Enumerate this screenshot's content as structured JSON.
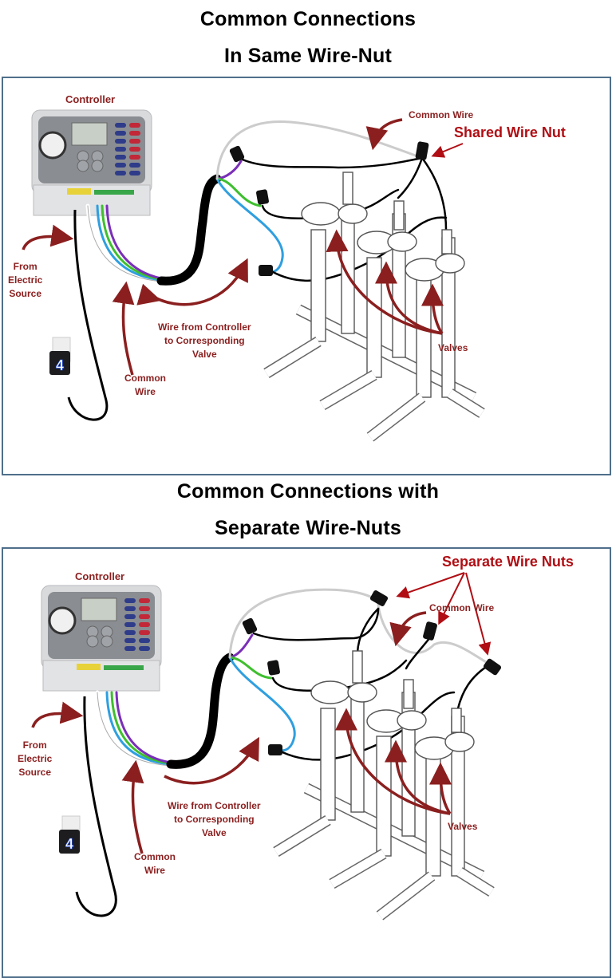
{
  "diagram_1": {
    "title_line1": "Common Connections",
    "title_line2": "In Same Wire-Nut",
    "labels": {
      "controller": "Controller",
      "common_wire_top": "Common Wire",
      "shared_wire_nut": "Shared Wire Nut",
      "from_electric_source": "From\nElectric\nSource",
      "wire_from_controller": "Wire from Controller\nto Corresponding\nValve",
      "common_wire_bottom": "Common\nWire",
      "valves": "Valves",
      "transformer_number": "4"
    }
  },
  "diagram_2": {
    "title_line1": "Common Connections with",
    "title_line2": "Separate Wire-Nuts",
    "labels": {
      "controller": "Controller",
      "separate_wire_nuts": "Separate Wire Nuts",
      "common_wire_top": "Common Wire",
      "from_electric_source": "From\nElectric\nSource",
      "wire_from_controller": "Wire from Controller\nto Corresponding\nValve",
      "common_wire_bottom": "Common\nWire",
      "valves": "Valves",
      "transformer_number": "4"
    }
  },
  "colors": {
    "label_dark_red": "#8b1f1f",
    "label_bright_red": "#b00e14",
    "panel_border": "#4f6f8a",
    "wire_purple": "#7a2fb8",
    "wire_green": "#3fbf2f",
    "wire_blue": "#2f9fe0",
    "wire_black": "#000000"
  }
}
